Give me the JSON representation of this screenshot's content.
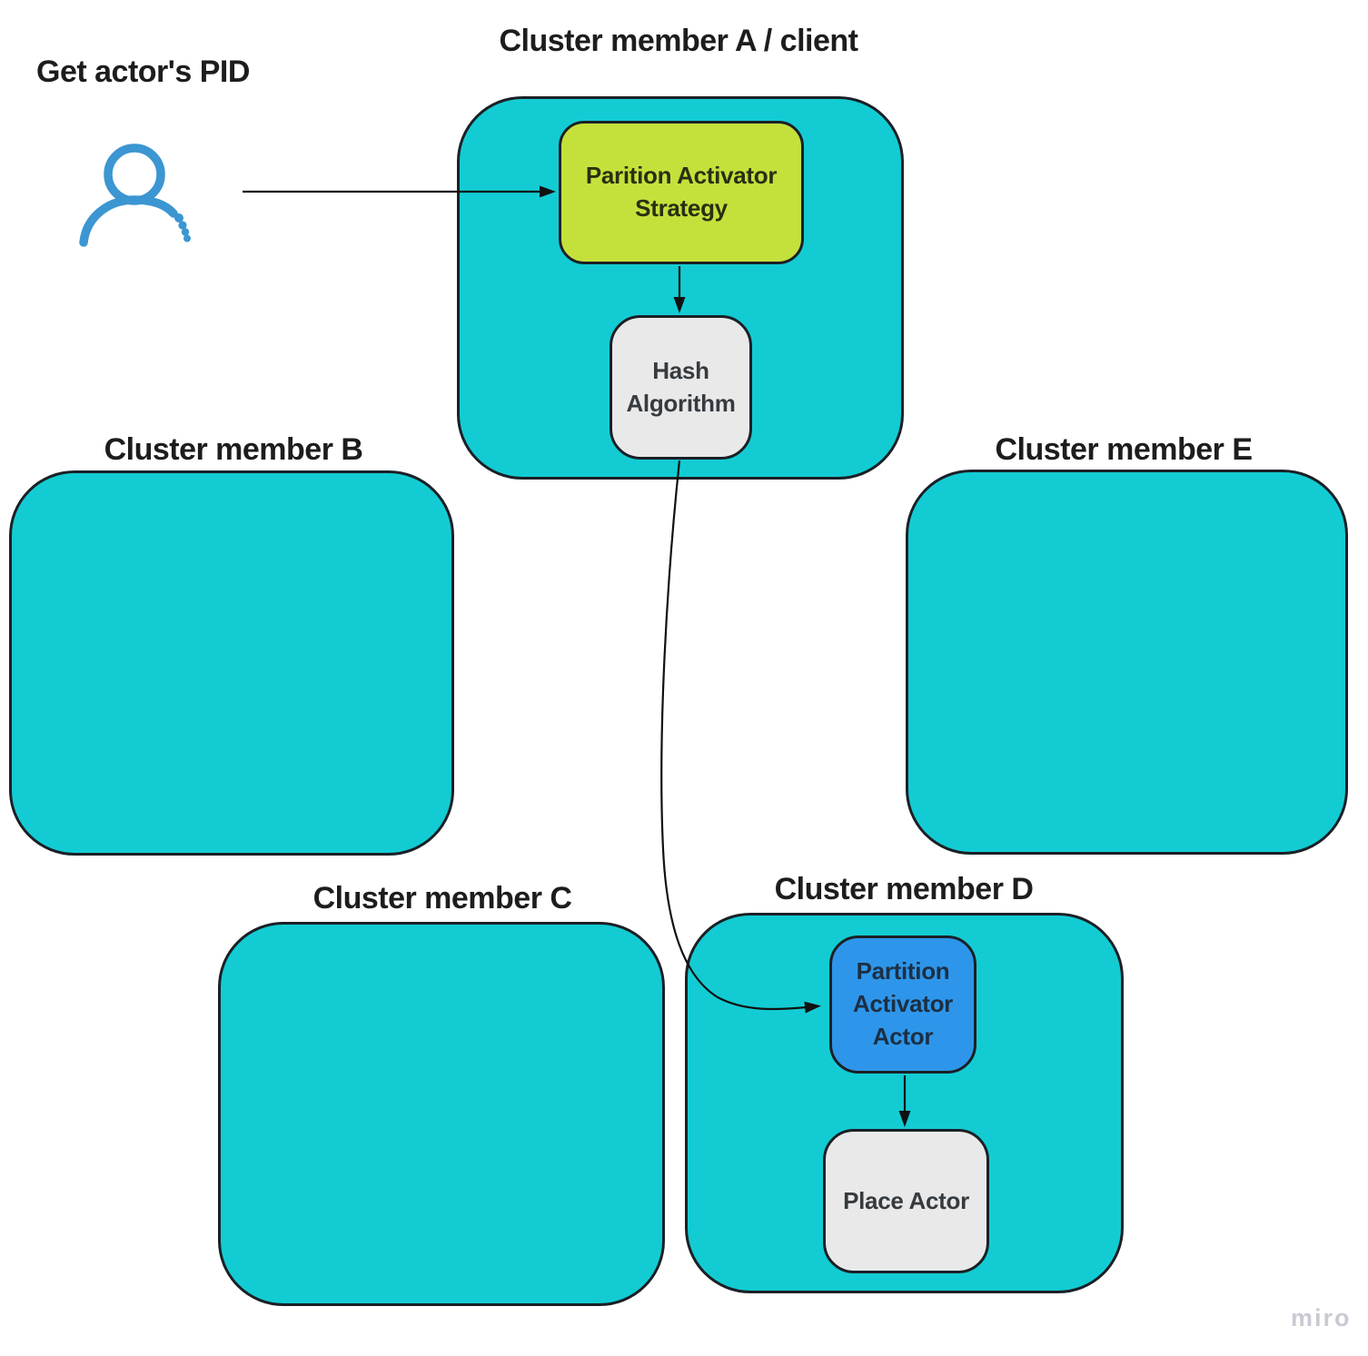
{
  "annotations": {
    "get_actor_pid": "Get actor's PID"
  },
  "clusters": [
    {
      "key": "a",
      "label": "Cluster member A / client"
    },
    {
      "key": "b",
      "label": "Cluster member B"
    },
    {
      "key": "c",
      "label": "Cluster member C"
    },
    {
      "key": "d",
      "label": "Cluster member D"
    },
    {
      "key": "e",
      "label": "Cluster member E"
    }
  ],
  "nodes": [
    {
      "key": "partition-activator-strategy",
      "label": "Parition Activator Strategy",
      "fill": "#c4e13b"
    },
    {
      "key": "hash-algorithm",
      "label": "Hash Algorithm",
      "fill": "#e9e9e9"
    },
    {
      "key": "partition-activator-actor",
      "label": "Partition Activator Actor",
      "fill": "#2e96ea"
    },
    {
      "key": "place-actor",
      "label": "Place Actor",
      "fill": "#e9e9e9"
    }
  ],
  "icons": {
    "user": "user-icon"
  },
  "colors": {
    "cluster_fill": "#13ccd3",
    "shape_stroke": "#1b2026",
    "connector": "#111111",
    "person_icon": "#3b96d2",
    "strategy_fill": "#c4e13b",
    "actor_fill": "#2e96ea",
    "neutral_fill": "#e9e9e9"
  },
  "watermark": {
    "label": "miro"
  }
}
